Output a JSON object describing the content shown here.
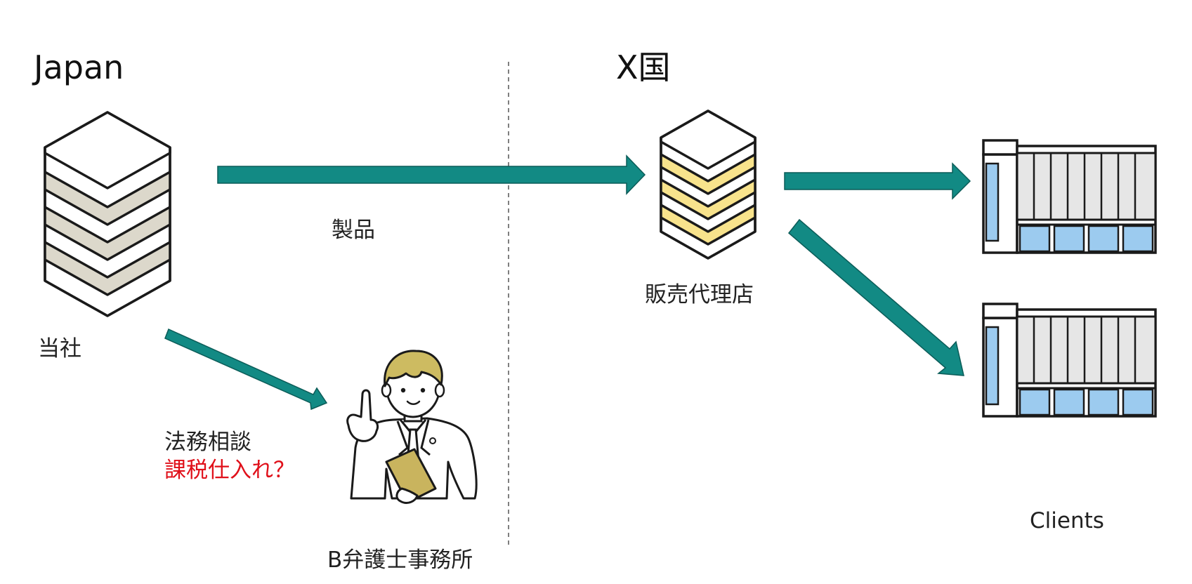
{
  "regions": {
    "left": "Japan",
    "right": "X国"
  },
  "nodes": {
    "company": "当社",
    "distributor": "販売代理店",
    "law_firm": "B弁護士事務所",
    "clients": "Clients"
  },
  "edges": {
    "product": "製品",
    "legal_consult": "法務相談",
    "taxable_purchase": "課税仕入れ？"
  },
  "colors": {
    "arrow": "#128a84",
    "arrow_outline": "#0b5c58",
    "company_band": "#dcd8cb",
    "distributor_band": "#f8e38c",
    "window_blue": "#9ccbef",
    "building_wall": "#e6e6e6",
    "hair": "#cdbb61",
    "clipboard": "#c9b45e",
    "taxable_text": "#e0101a",
    "outline": "#1a1a1a"
  },
  "icons": {
    "company": "server-stack-icon",
    "distributor": "server-stack-icon",
    "lawyer": "lawyer-person-icon",
    "client": "office-building-icon"
  }
}
